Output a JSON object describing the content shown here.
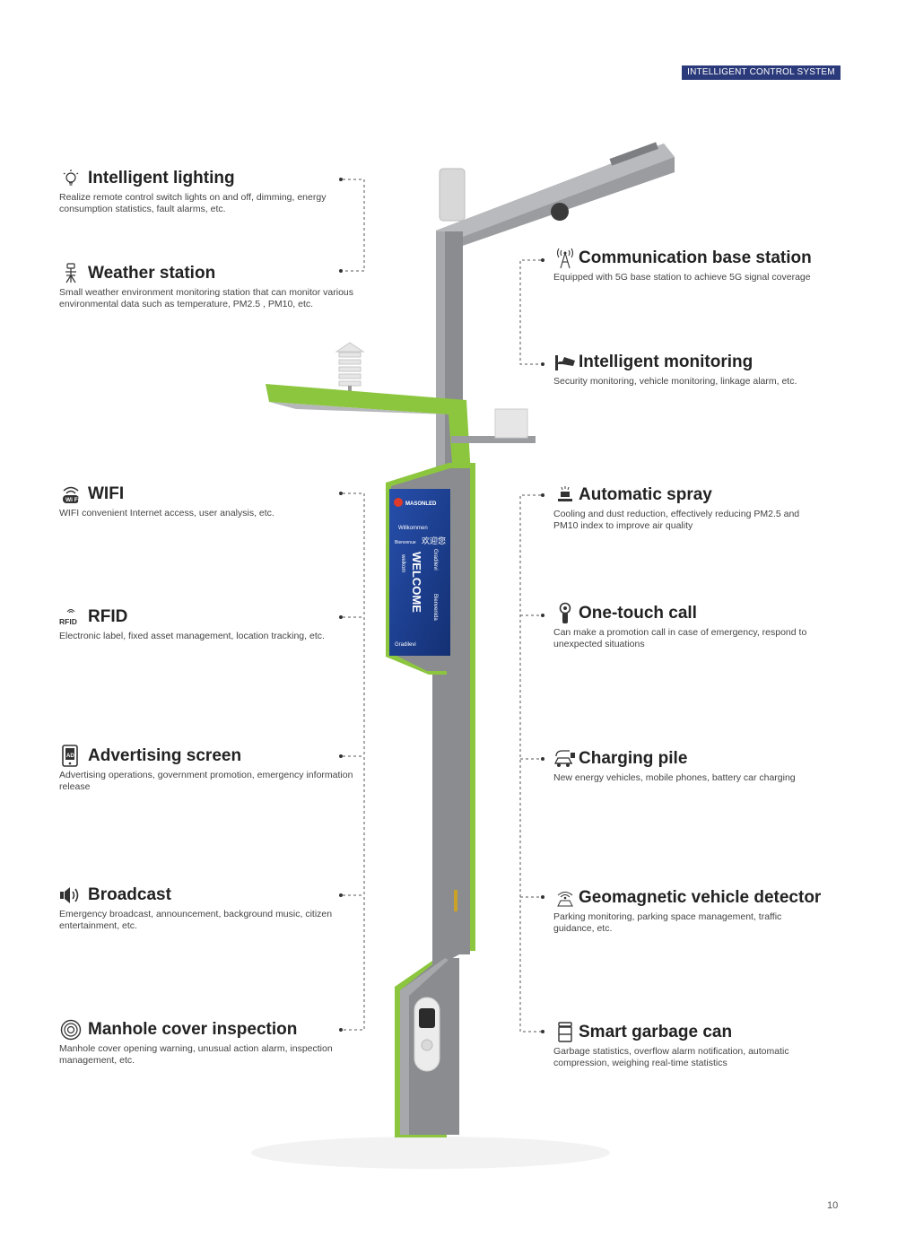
{
  "header_tag": "INTELLIGENT  CONTROL SYSTEM",
  "page_number": "10",
  "left_features": [
    {
      "icon": "lightbulb-icon",
      "title": "Intelligent lighting",
      "desc": "Realize remote control switch lights on and off, dimming, energy consumption statistics, fault alarms, etc."
    },
    {
      "icon": "weather-station-icon",
      "title": "Weather station",
      "desc": "Small weather environment monitoring station that can monitor various environmental data such as temperature, PM2.5 , PM10, etc."
    },
    {
      "icon": "wifi-icon",
      "title": "WIFI",
      "desc": "WIFI convenient Internet access, user analysis, etc."
    },
    {
      "icon": "rfid-icon",
      "title": "RFID",
      "desc": "Electronic label, fixed asset management, location tracking, etc."
    },
    {
      "icon": "ad-screen-icon",
      "title": "Advertising screen",
      "desc": "Advertising operations, government promotion, emergency information release"
    },
    {
      "icon": "speaker-icon",
      "title": "Broadcast",
      "desc": "Emergency broadcast, announcement, background music, citizen entertainment, etc."
    },
    {
      "icon": "manhole-icon",
      "title": "Manhole cover inspection",
      "desc": "Manhole cover opening warning, unusual action alarm, inspection management, etc."
    }
  ],
  "right_features": [
    {
      "icon": "antenna-icon",
      "title": "Communication base station",
      "desc": "Equipped with 5G base station to achieve 5G signal coverage"
    },
    {
      "icon": "camera-icon",
      "title": "Intelligent monitoring",
      "desc": "Security monitoring, vehicle monitoring, linkage alarm, etc."
    },
    {
      "icon": "spray-icon",
      "title": "Automatic spray",
      "desc": "Cooling and dust reduction, effectively reducing PM2.5 and PM10 index to improve air quality"
    },
    {
      "icon": "call-button-icon",
      "title": "One-touch call",
      "desc": "Can make a promotion call in case of emergency, respond to unexpected situations"
    },
    {
      "icon": "charging-icon",
      "title": "Charging pile",
      "desc": "New energy vehicles, mobile phones, battery car charging"
    },
    {
      "icon": "geomagnetic-icon",
      "title": "Geomagnetic vehicle detector",
      "desc": "Parking monitoring, parking space management, traffic guidance, etc."
    },
    {
      "icon": "garbage-can-icon",
      "title": "Smart garbage can",
      "desc": "Garbage statistics, overflow alarm notification, automatic compression, weighing real-time statistics"
    }
  ],
  "screen": {
    "brand": "MASONLED",
    "lines": [
      "Willkommen",
      "Bienvenue",
      "欢迎您",
      "WELCOME",
      "welkom",
      "Gradilevi",
      "Bienvenida",
      "Gradilevi"
    ]
  },
  "colors": {
    "accent_green": "#8cc63f",
    "pole_gray": "#8a8c8f",
    "tag_blue": "#2b3a7a"
  }
}
